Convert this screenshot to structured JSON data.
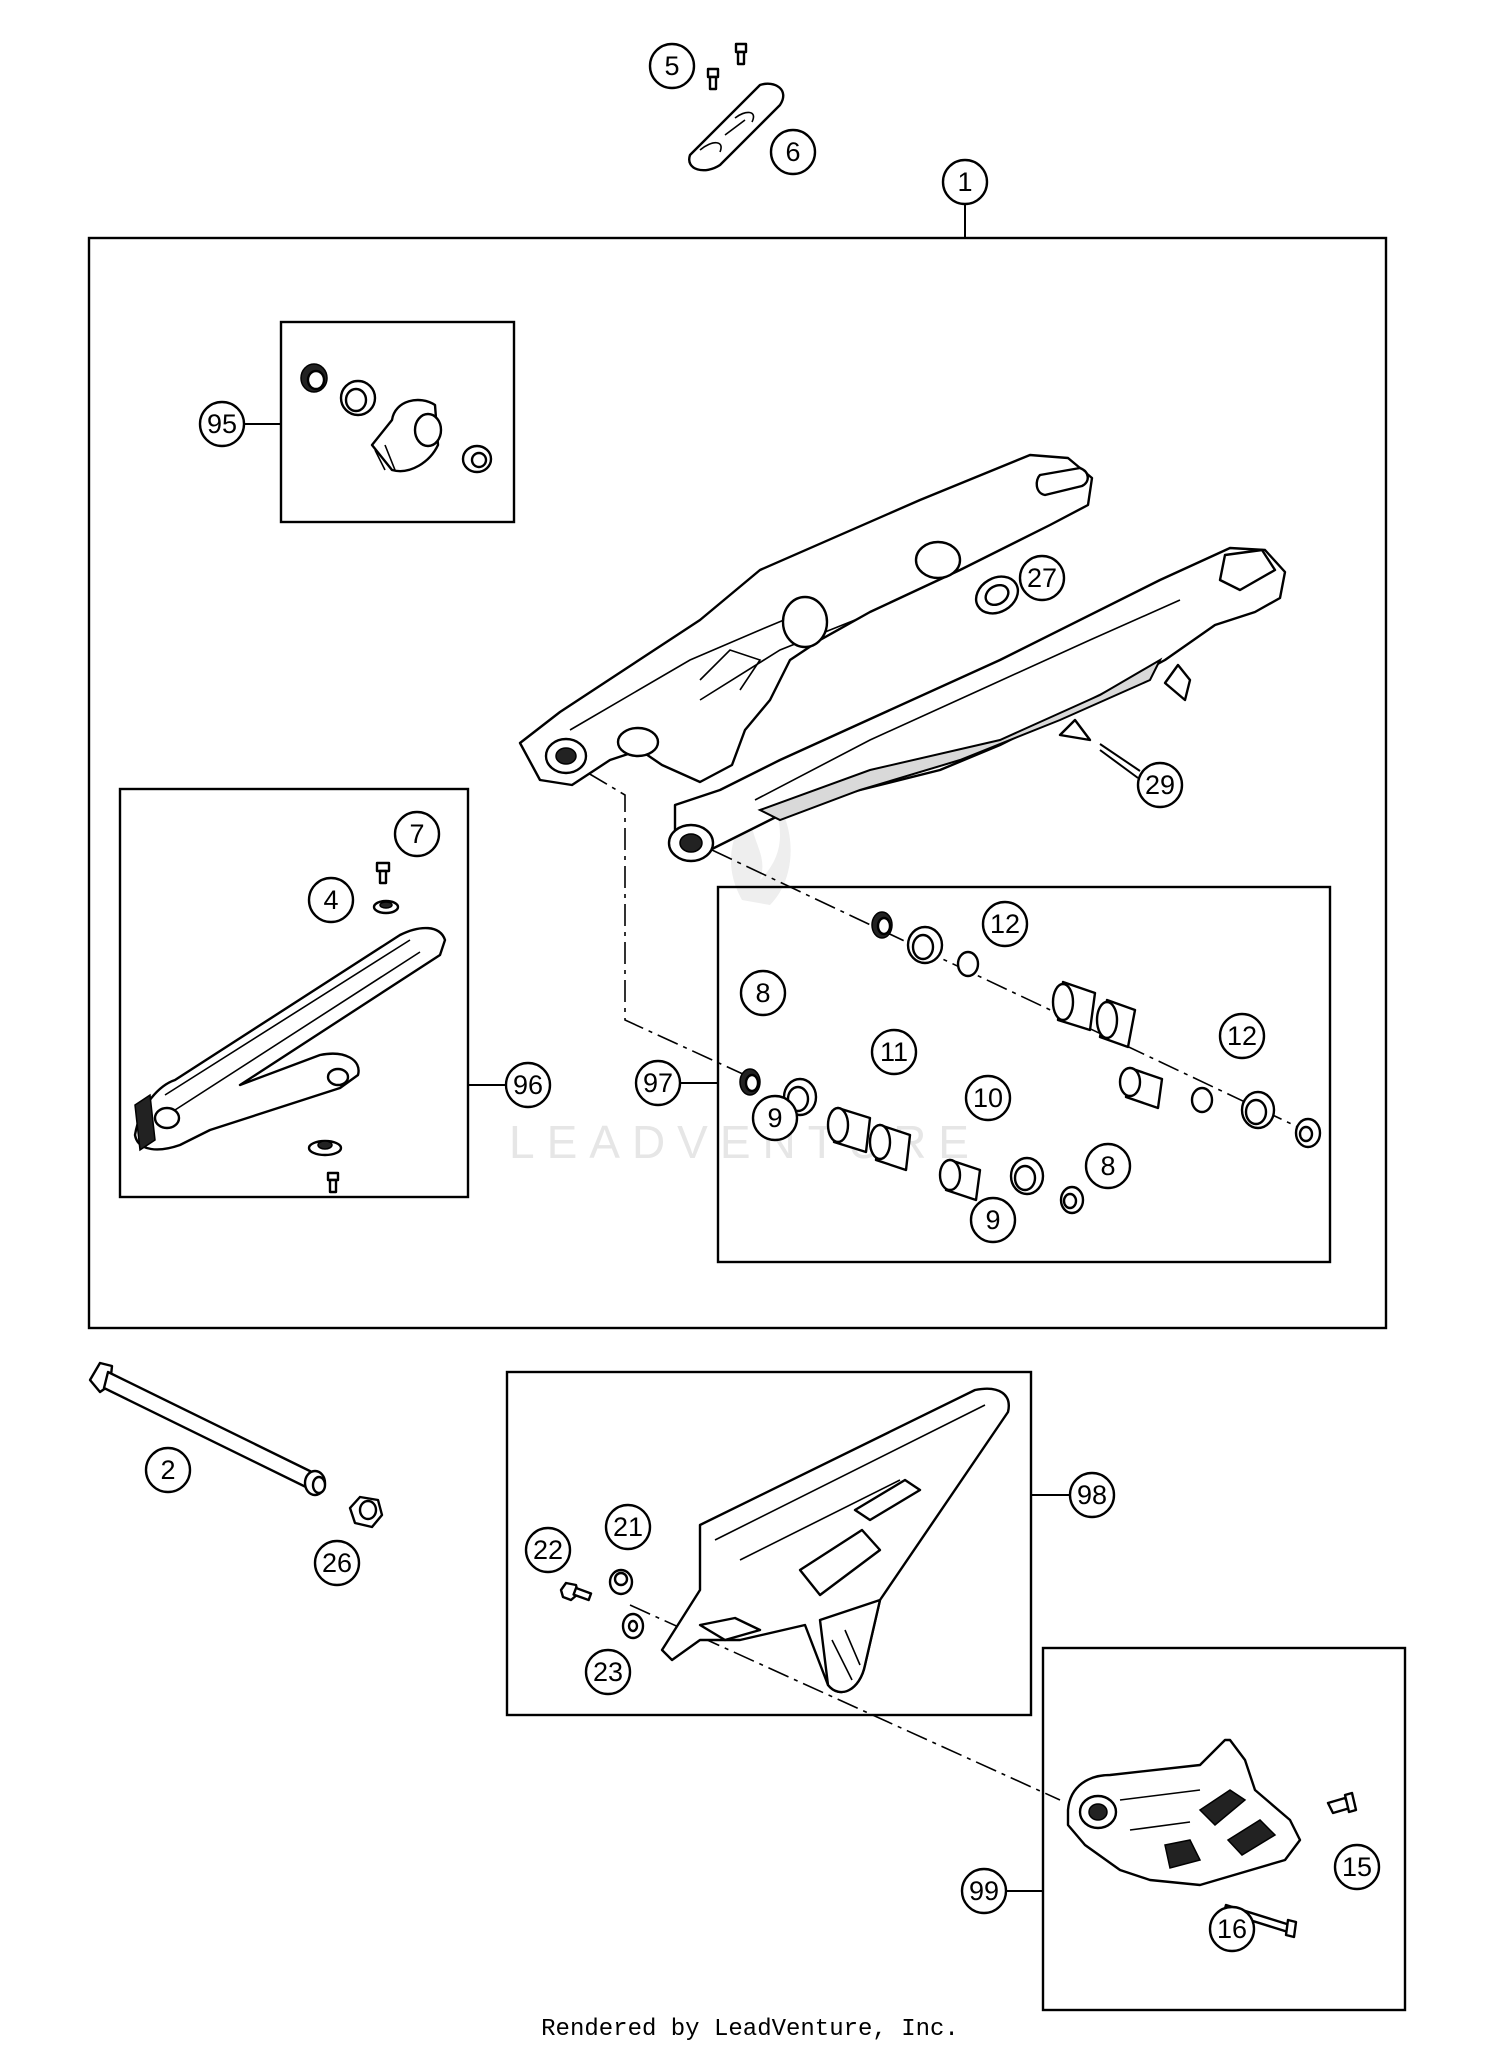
{
  "callouts": [
    "1",
    "2",
    "4",
    "5",
    "6",
    "7",
    "8",
    "8",
    "9",
    "9",
    "10",
    "11",
    "12",
    "12",
    "15",
    "16",
    "21",
    "22",
    "23",
    "26",
    "27",
    "29",
    "95",
    "96",
    "97",
    "98",
    "99"
  ],
  "watermark": "LEADVENTURE",
  "footer": "Rendered by LeadVenture, Inc."
}
